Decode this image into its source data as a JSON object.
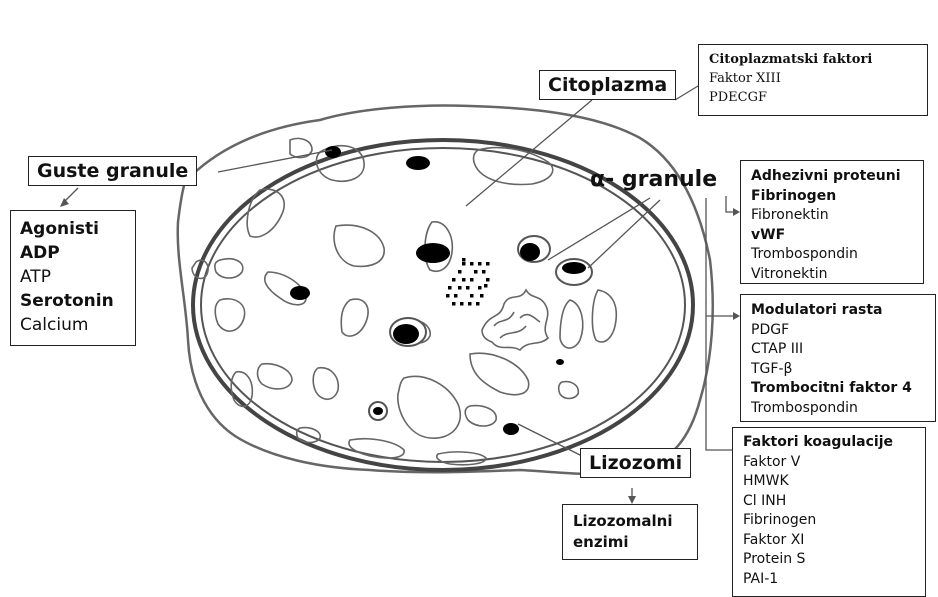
{
  "labels": {
    "citoplazma": "Citoplazma",
    "guste_granule": "Guste granule",
    "alpha_granule": "α- granule",
    "lizozomi": "Lizozomi"
  },
  "boxes": {
    "citoplazmatski": {
      "title": "Citoplazmatski faktori",
      "items": [
        "Faktor XIII",
        "PDECGF"
      ]
    },
    "guste": {
      "items": [
        {
          "text": "Agonisti",
          "bold": true
        },
        {
          "text": "ADP",
          "bold": true
        },
        {
          "text": "ATP",
          "bold": false
        },
        {
          "text": "Serotonin",
          "bold": true
        },
        {
          "text": "Calcium",
          "bold": false
        }
      ]
    },
    "adhezivni": {
      "items": [
        {
          "text": "Adhezivni proteuni",
          "bold": true
        },
        {
          "text": "Fibrinogen",
          "bold": true
        },
        {
          "text": "Fibronektin",
          "bold": false
        },
        {
          "text": "vWF",
          "bold": true
        },
        {
          "text": "Trombospondin",
          "bold": false
        },
        {
          "text": "Vitronektin",
          "bold": false
        }
      ]
    },
    "modulatori": {
      "items": [
        {
          "text": "Modulatori rasta",
          "bold": true
        },
        {
          "text": "PDGF",
          "bold": false
        },
        {
          "text": "CTAP III",
          "bold": false
        },
        {
          "text": "TGF-β",
          "bold": false
        },
        {
          "text": "Trombocitni faktor 4",
          "bold": true
        },
        {
          "text": "Trombospondin",
          "bold": false
        }
      ]
    },
    "koagulacije": {
      "items": [
        {
          "text": "Faktori koagulacije",
          "bold": true
        },
        {
          "text": "Faktor V",
          "bold": false
        },
        {
          "text": "HMWK",
          "bold": false
        },
        {
          "text": "Cl INH",
          "bold": false
        },
        {
          "text": "Fibrinogen",
          "bold": false
        },
        {
          "text": "Faktor XI",
          "bold": false
        },
        {
          "text": "Protein S",
          "bold": false
        },
        {
          "text": "PAI-1",
          "bold": false
        }
      ]
    },
    "lizozomalni": {
      "items": [
        "Lizozomalni",
        "enzimi"
      ]
    }
  },
  "colors": {
    "outline": "#555555",
    "granule": "#000000",
    "text": "#111111"
  }
}
